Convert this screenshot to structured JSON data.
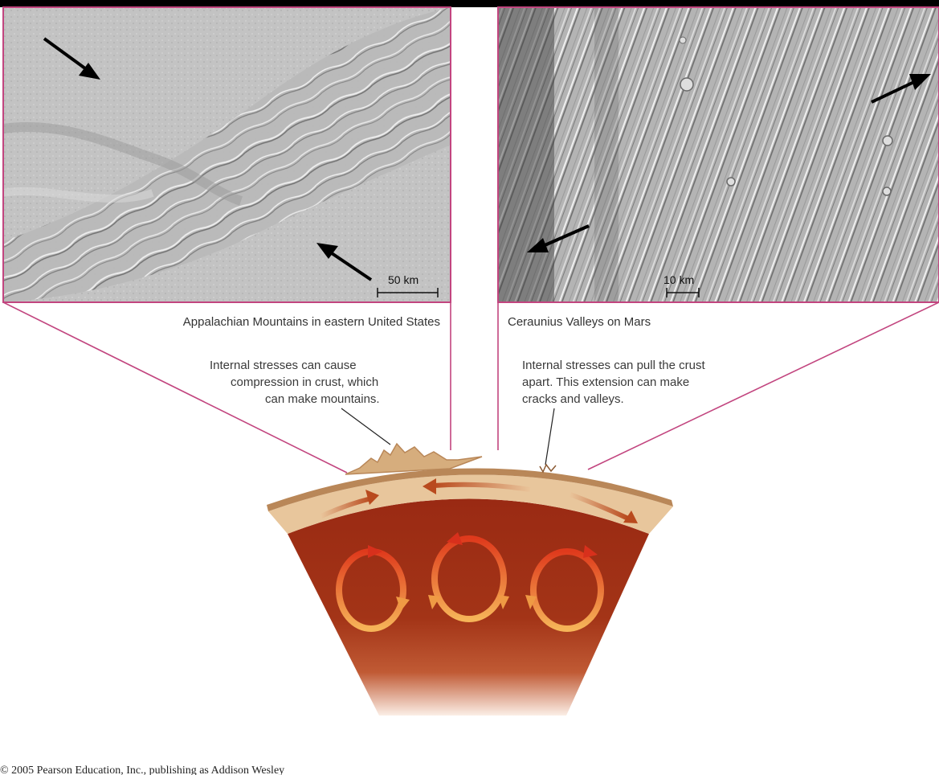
{
  "left_panel": {
    "caption": "Appalachian Mountains in eastern United States",
    "scale_label": "50 km"
  },
  "right_panel": {
    "caption": "Ceraunius Valleys on Mars",
    "scale_label": "10 km"
  },
  "annotations": {
    "compression": [
      "Internal stresses can cause",
      "compression in crust, which",
      "can make mountains."
    ],
    "extension": [
      "Internal stresses can pull the crust",
      "apart. This extension can make",
      "cracks and valleys."
    ]
  },
  "copyright": "© 2005 Pearson Education, Inc., publishing as Addison Wesley",
  "colors": {
    "frame": "#c2457f",
    "crust": "#e6c79c",
    "mantle": "#9e2c14",
    "arrow_hot": "#d8301c",
    "arrow_warm": "#f2a64c"
  }
}
